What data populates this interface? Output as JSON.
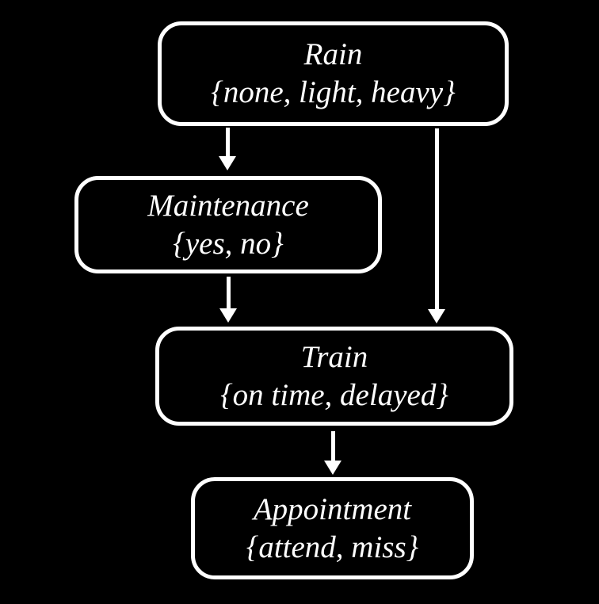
{
  "diagram": {
    "type": "bayesian-network",
    "background_color": "#000000",
    "stroke_color": "#ffffff",
    "text_color": "#ffffff",
    "nodes": [
      {
        "id": "rain",
        "title": "Rain",
        "values": "{none, light, heavy}"
      },
      {
        "id": "maintenance",
        "title": "Maintenance",
        "values": "{yes, no}"
      },
      {
        "id": "train",
        "title": "Train",
        "values": "{on time, delayed}"
      },
      {
        "id": "appointment",
        "title": "Appointment",
        "values": "{attend, miss}"
      }
    ],
    "edges": [
      {
        "from": "rain",
        "to": "maintenance"
      },
      {
        "from": "rain",
        "to": "train"
      },
      {
        "from": "maintenance",
        "to": "train"
      },
      {
        "from": "train",
        "to": "appointment"
      }
    ]
  }
}
